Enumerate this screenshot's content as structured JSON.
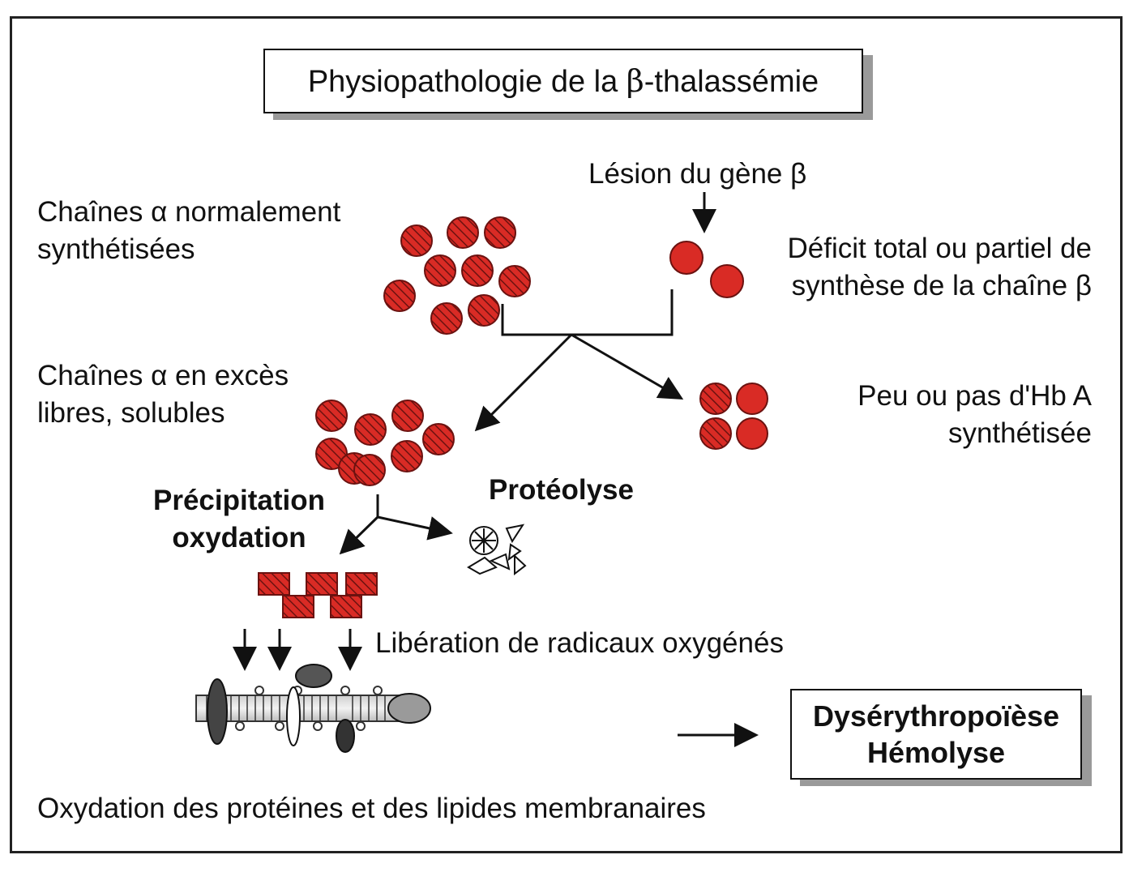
{
  "title": {
    "prefix": "Physiopathologie de la ",
    "beta": "β",
    "suffix": "-thalassémie"
  },
  "labels": {
    "alpha_normal": [
      "Chaînes α normalement",
      "synthétisées"
    ],
    "gene_lesion": "Lésion du gène β",
    "beta_deficit": [
      "Déficit total ou partiel de",
      "synthèse de la chaîne β"
    ],
    "alpha_excess": [
      "Chaînes α en excès",
      "libres, solubles"
    ],
    "hba": [
      "Peu ou pas d'Hb A",
      "synthétisée"
    ],
    "proteolysis": "Protéolyse",
    "precipitation": [
      "Précipitation",
      "oxydation"
    ],
    "radicals": "Libération de radicaux oxygénés",
    "membrane_oxidation": "Oxydation des protéines et des lipides membranaires"
  },
  "result": [
    "Dysérythropoïèse",
    "Hémolyse"
  ],
  "colors": {
    "red": "#d92b25",
    "hatch": "#6b1210",
    "line": "#111111",
    "grey_shadow": "#9a9a9a"
  }
}
